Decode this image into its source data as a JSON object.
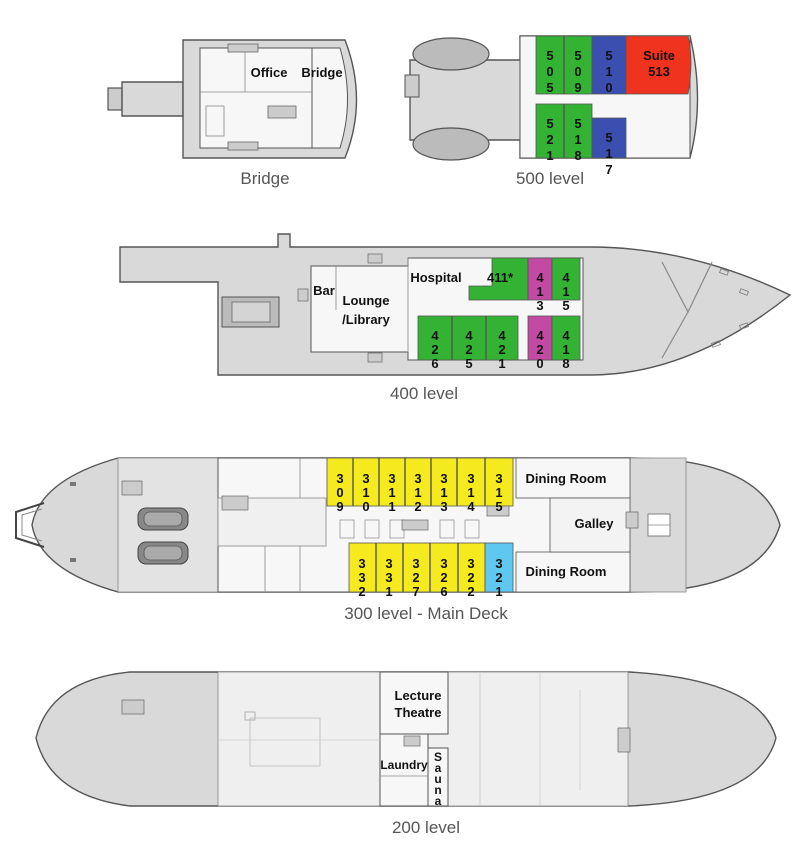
{
  "colors": {
    "hull": "#d9d9d9",
    "deck": "#ebebeb",
    "interior": "#f7f7f7",
    "green": "#33b233",
    "blue": "#3a4fb0",
    "red": "#f0331f",
    "magenta": "#c34aa3",
    "yellow": "#f5ea1e",
    "cyan": "#5fc8f0"
  },
  "decks": {
    "bridge": {
      "label": "Bridge",
      "office": "Office",
      "bridge_room": "Bridge"
    },
    "d500": {
      "label": "500 level",
      "suite_line1": "Suite",
      "suite_line2": "513"
    },
    "d400": {
      "label": "400 level",
      "bar": "Bar",
      "lounge_line1": "Lounge",
      "lounge_line2": "/Library",
      "hospital": "Hospital",
      "cabin_411": "411*"
    },
    "d300": {
      "label": "300 level - Main Deck",
      "dining_top": "Dining Room",
      "dining_bottom": "Dining Room",
      "galley": "Galley"
    },
    "d200": {
      "label": "200 level",
      "lecture_line1": "Lecture",
      "lecture_line2": "Theatre",
      "laundry": "Laundry",
      "sauna": "Sauna"
    }
  },
  "cabins": [
    {
      "number": "505",
      "color": "green"
    },
    {
      "number": "509",
      "color": "green"
    },
    {
      "number": "510",
      "color": "blue"
    },
    {
      "number": "521",
      "color": "green"
    },
    {
      "number": "518",
      "color": "green"
    },
    {
      "number": "517",
      "color": "blue"
    },
    {
      "number": "413",
      "color": "magenta"
    },
    {
      "number": "415",
      "color": "green"
    },
    {
      "number": "426",
      "color": "green"
    },
    {
      "number": "425",
      "color": "green"
    },
    {
      "number": "421",
      "color": "green"
    },
    {
      "number": "420",
      "color": "magenta"
    },
    {
      "number": "418",
      "color": "green"
    },
    {
      "number": "309",
      "color": "yellow"
    },
    {
      "number": "310",
      "color": "yellow"
    },
    {
      "number": "311",
      "color": "yellow"
    },
    {
      "number": "312",
      "color": "yellow"
    },
    {
      "number": "313",
      "color": "yellow"
    },
    {
      "number": "314",
      "color": "yellow"
    },
    {
      "number": "315",
      "color": "yellow"
    },
    {
      "number": "332",
      "color": "yellow"
    },
    {
      "number": "331",
      "color": "yellow"
    },
    {
      "number": "327",
      "color": "yellow"
    },
    {
      "number": "326",
      "color": "yellow"
    },
    {
      "number": "322",
      "color": "yellow"
    },
    {
      "number": "321",
      "color": "cyan"
    }
  ]
}
